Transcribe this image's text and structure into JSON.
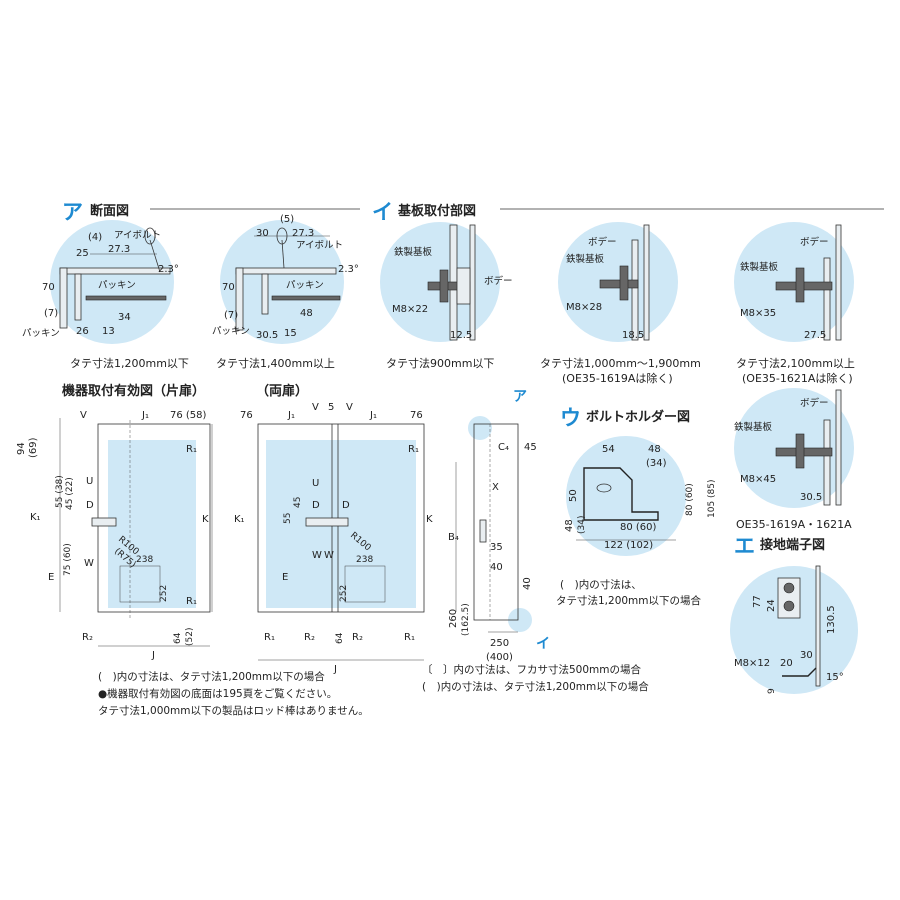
{
  "sections": {
    "a": {
      "kata": "ア",
      "title": "断面図"
    },
    "i": {
      "kata": "イ",
      "title": "基板取付部図"
    },
    "u": {
      "kata": "ウ",
      "title": "ボルトホルダー図"
    },
    "e": {
      "kata": "エ",
      "title": "接地端子図"
    }
  },
  "section_a": {
    "left": {
      "dims": [
        "(4)",
        "25",
        "27.3",
        "70",
        "(7)",
        "26",
        "13",
        "34",
        "2.3°"
      ],
      "labels": {
        "eyebolt": "アイボルト",
        "packing_upper": "パッキン",
        "packing_lower": "パッキン"
      },
      "caption": "タテ寸法1,200mm以下"
    },
    "right": {
      "dims": [
        "(5)",
        "30",
        "27.3",
        "70",
        "(7)",
        "30.5",
        "15",
        "48",
        "2.3°"
      ],
      "labels": {
        "eyebolt": "アイボルト",
        "packing_upper": "パッキン",
        "packing_lower": "パッキン"
      },
      "caption": "タテ寸法1,400mm以上"
    }
  },
  "section_i": {
    "c1": {
      "plate": "鉄製基板",
      "body": "ボデー",
      "bolt": "M8×22",
      "dim": "12.5",
      "caption": "タテ寸法900mm以下"
    },
    "c2": {
      "plate": "鉄製基板",
      "body": "ボデー",
      "bolt": "M8×28",
      "dim": "18.5",
      "caption": "タテ寸法1,000mm～1,900mm",
      "caption2": "(OE35-1619Aは除く)"
    },
    "c3": {
      "plate": "鉄製基板",
      "body": "ボデー",
      "bolt": "M8×35",
      "dim": "27.5",
      "caption": "タテ寸法2,100mm以上",
      "caption2": "(OE35-1621Aは除く)"
    },
    "c4": {
      "plate": "鉄製基板",
      "body": "ボデー",
      "bolt": "M8×45",
      "dim": "30.5",
      "caption": "OE35-1619A・1621A"
    }
  },
  "single_door": {
    "title": "機器取付有効図（片扉）",
    "dims": {
      "v": "V",
      "j1": "J₁",
      "top_right": "76 (58)",
      "h_top": "94",
      "h_top2": "(69)",
      "r1_top": "R₁",
      "k1": "K₁",
      "k": "K",
      "u": "U",
      "d": "D",
      "d55": "55 (38)",
      "d45": "45 (22)",
      "d75": "75 (60)",
      "w": "W",
      "r100": "R100",
      "r75": "(R75)",
      "d238": "238",
      "d252": "252",
      "e": "E",
      "r1_bot": "R₁",
      "r2": "R₂",
      "d64": "64",
      "d52": "(52)",
      "j": "J"
    }
  },
  "double_door": {
    "title": "（両扉）",
    "dims": {
      "d76l": "76",
      "j1l": "J₁",
      "v1": "V",
      "d5": "5",
      "v2": "V",
      "j1r": "J₁",
      "d76r": "76",
      "r1_top": "R₁",
      "k1": "K₁",
      "k": "K",
      "u": "U",
      "d1": "D",
      "d2": "D",
      "d55": "55",
      "d45": "45",
      "w1": "W",
      "w2": "W",
      "r100": "R100",
      "d238": "238",
      "d252": "252",
      "e": "E",
      "r1_bl": "R₁",
      "r2_l": "R₂",
      "r2_r": "R₂",
      "r1_br": "R₁",
      "d64": "64",
      "j": "J"
    }
  },
  "side_view": {
    "dims": {
      "c4": "C₄",
      "d45": "45",
      "x": "X",
      "b4": "B₄",
      "d35": "35",
      "d40a": "40",
      "d40b": "40",
      "d260": "260",
      "d1625": "(162.5)",
      "d250": "250",
      "d400": "(400)"
    },
    "callout_a": "ア",
    "callout_i": "イ"
  },
  "bolt_holder": {
    "dims": [
      "54",
      "48",
      "(34)",
      "50",
      "48",
      "(34)",
      "80 (60)",
      "105 (85)",
      "80 (60)",
      "122 (102)"
    ],
    "note1": "(　)内の寸法は、",
    "note2": "タテ寸法1,200mm以下の場合"
  },
  "ground": {
    "dims": [
      "77",
      "24",
      "130.5",
      "M8×12",
      "20",
      "30",
      "9",
      "15°"
    ]
  },
  "notes_left": [
    "(　)内の寸法は、タテ寸法1,200mm以下の場合",
    "●機器取付有効図の底面は195頁をご覧ください。",
    "タテ寸法1,000mm以下の製品はロッド棒はありません。"
  ],
  "notes_mid": [
    "〔　〕内の寸法は、フカサ寸法500mmの場合",
    "(　)内の寸法は、タテ寸法1,200mm以下の場合"
  ],
  "colors": {
    "accent": "#1e8ad1",
    "fill": "#cfe8f6"
  }
}
